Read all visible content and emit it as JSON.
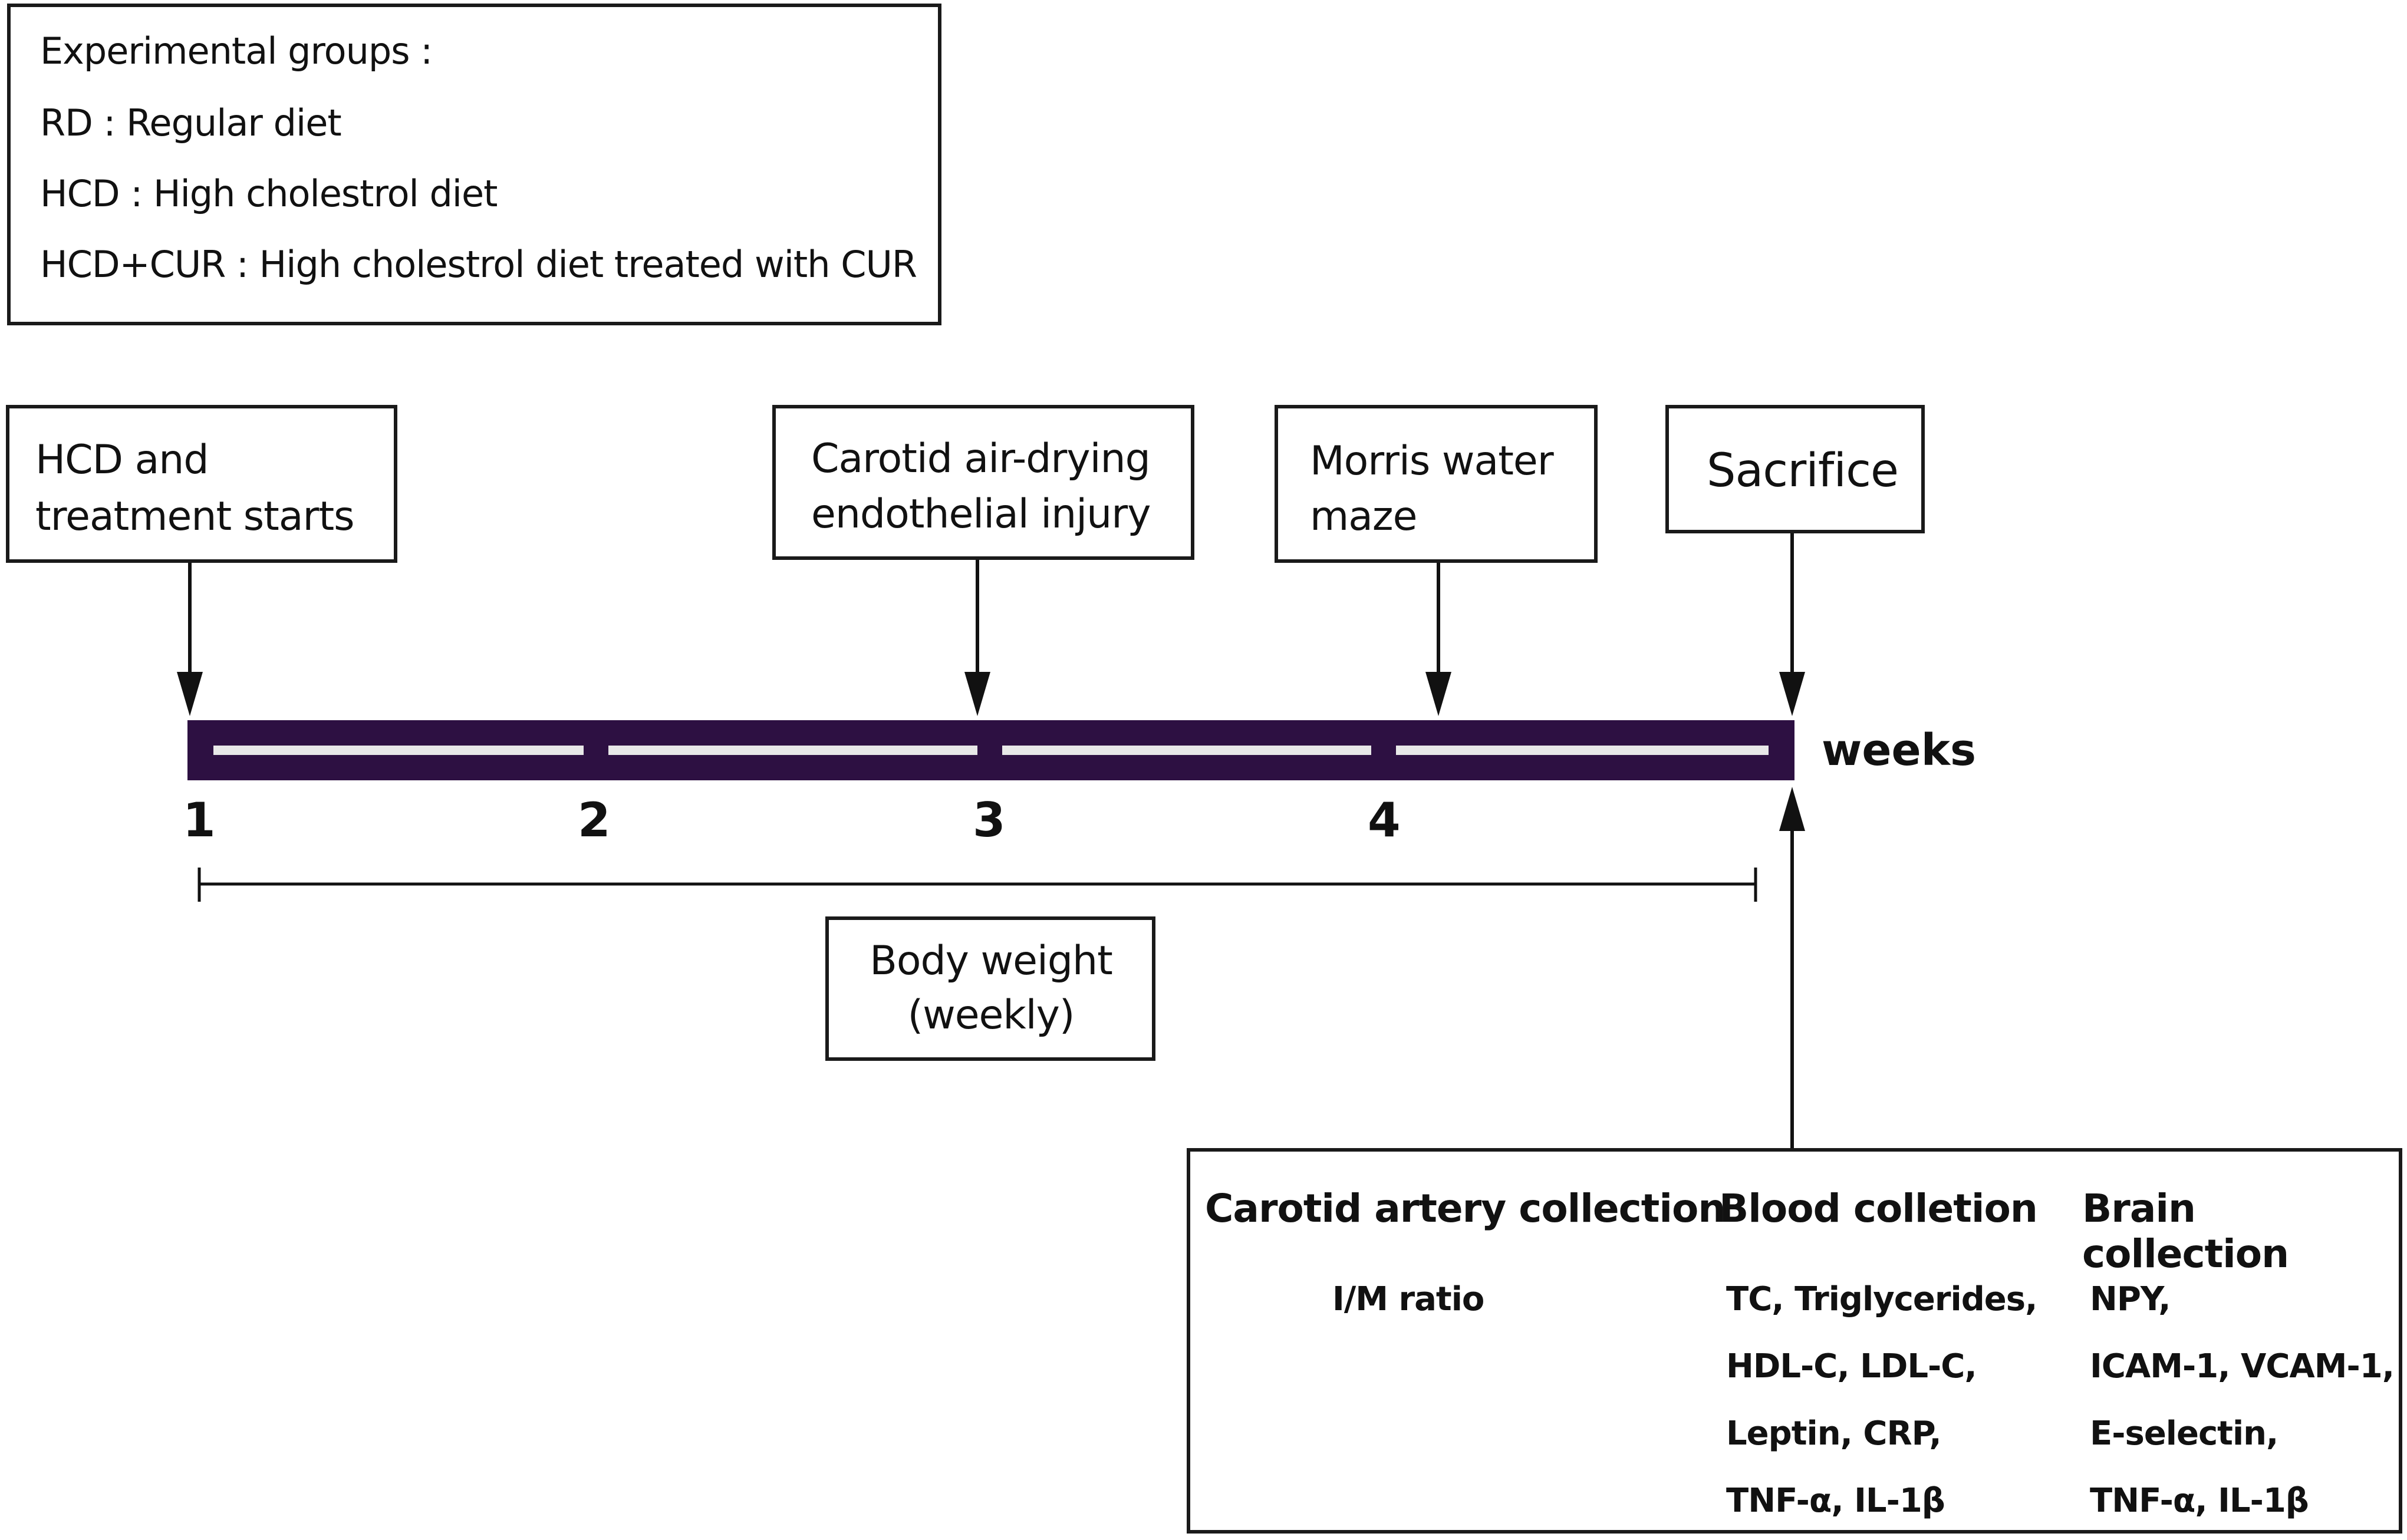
{
  "legend": {
    "title": "Experimental groups :",
    "items": [
      "RD : Regular diet",
      "HCD : High cholestrol diet",
      "HCD+CUR : High cholestrol diet treated with CUR"
    ]
  },
  "events": [
    {
      "lines": [
        "HCD and",
        "treatment starts"
      ],
      "week": 1
    },
    {
      "lines": [
        "Carotid air-drying",
        "endothelial injury"
      ],
      "week": 3
    },
    {
      "lines": [
        "Morris water",
        "maze"
      ],
      "week": 4.2
    },
    {
      "lines": [
        "Sacrifice"
      ],
      "week": 5
    }
  ],
  "timeline": {
    "ticks": [
      "1",
      "2",
      "3",
      "4"
    ],
    "unit_label": "weeks",
    "bar_color": "#2d1042"
  },
  "body_weight": {
    "lines": [
      "Body weight",
      "(weekly)"
    ]
  },
  "collections": [
    {
      "header": "Carotid artery collection",
      "items": [
        "I/M ratio"
      ]
    },
    {
      "header": "Blood colletion",
      "items": [
        "TC, Triglycerides,",
        "HDL-C, LDL-C,",
        "Leptin, CRP,",
        "TNF-α, IL-1β"
      ]
    },
    {
      "header": "Brain collection",
      "items": [
        "NPY,",
        "ICAM-1, VCAM-1,",
        "E-selectin,",
        "TNF-α, IL-1β"
      ]
    }
  ]
}
